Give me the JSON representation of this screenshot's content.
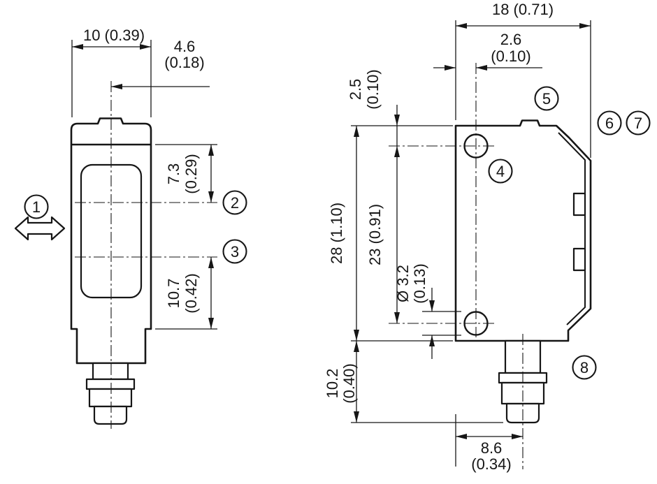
{
  "diagram": {
    "type": "sensor-dimensional-drawing",
    "views": {
      "front": {
        "dims": {
          "width": "10 (0.39)",
          "offset_mm": "4.6",
          "offset_in": "(0.18)",
          "axis_top_mm": "7.3",
          "axis_top_in": "(0.29)",
          "axis_bottom_mm": "10.7",
          "axis_bottom_in": "(0.42)"
        },
        "callouts": {
          "c1": "1",
          "c2": "2",
          "c3": "3"
        }
      },
      "side": {
        "dims": {
          "width": "18 (0.71)",
          "hole_offset_mm": "2.6",
          "hole_offset_in": "(0.10)",
          "hole_top_mm": "2.5",
          "hole_top_in": "(0.10)",
          "height": "28 (1.10)",
          "hole_spacing": "23 (0.91)",
          "hole_dia_mm": "Ø 3.2",
          "hole_dia_in": "(0.13)",
          "connector_mm": "10.2",
          "connector_in": "(0.40)",
          "conn_center_mm": "8.6",
          "conn_center_in": "(0.34)"
        },
        "callouts": {
          "c4": "4",
          "c5": "5",
          "c6": "6",
          "c7": "7",
          "c8": "8"
        }
      }
    }
  }
}
